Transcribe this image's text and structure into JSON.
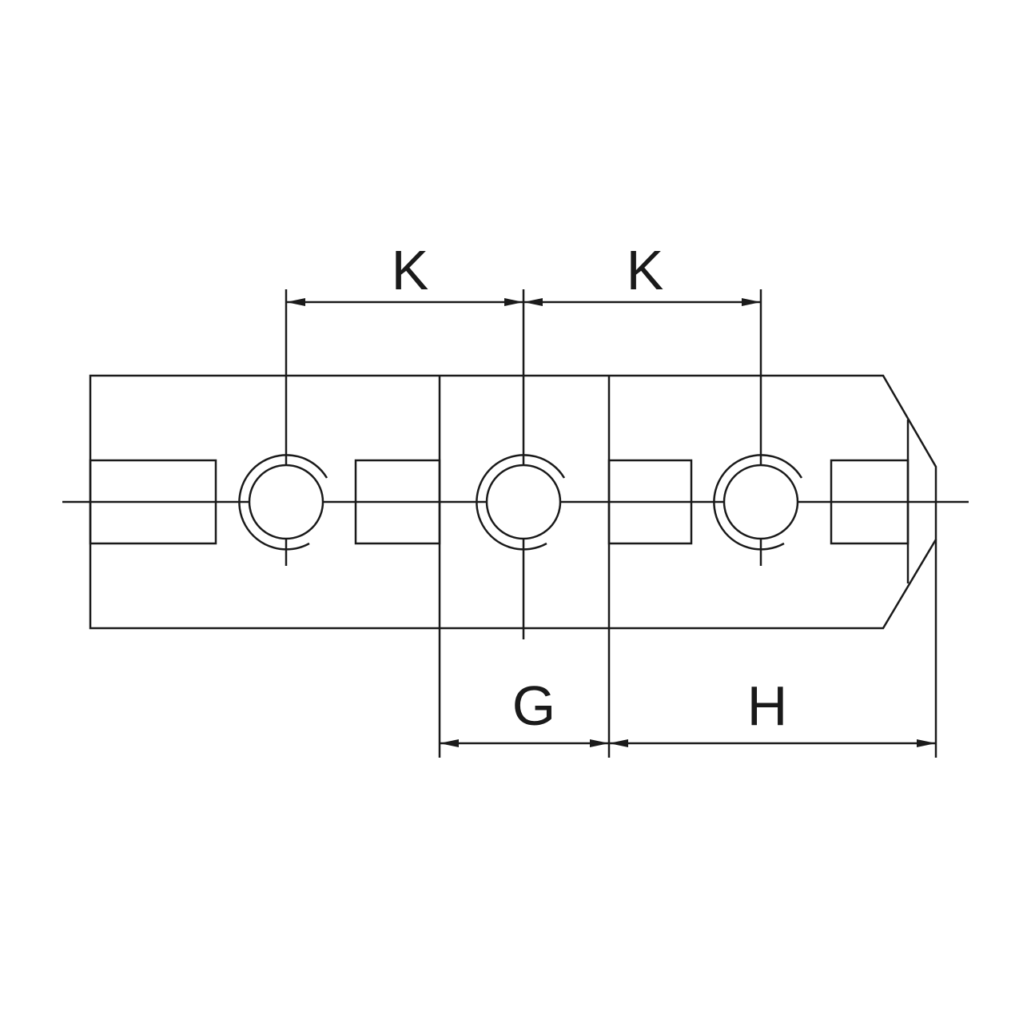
{
  "diagram": {
    "title": "",
    "dimensions": [
      {
        "id": "k1",
        "label": "K"
      },
      {
        "id": "k2",
        "label": "K"
      },
      {
        "id": "g",
        "label": "G"
      },
      {
        "id": "h",
        "label": "H"
      }
    ],
    "colors": {
      "line": "#1a1a1a",
      "background": "#ffffff"
    }
  }
}
